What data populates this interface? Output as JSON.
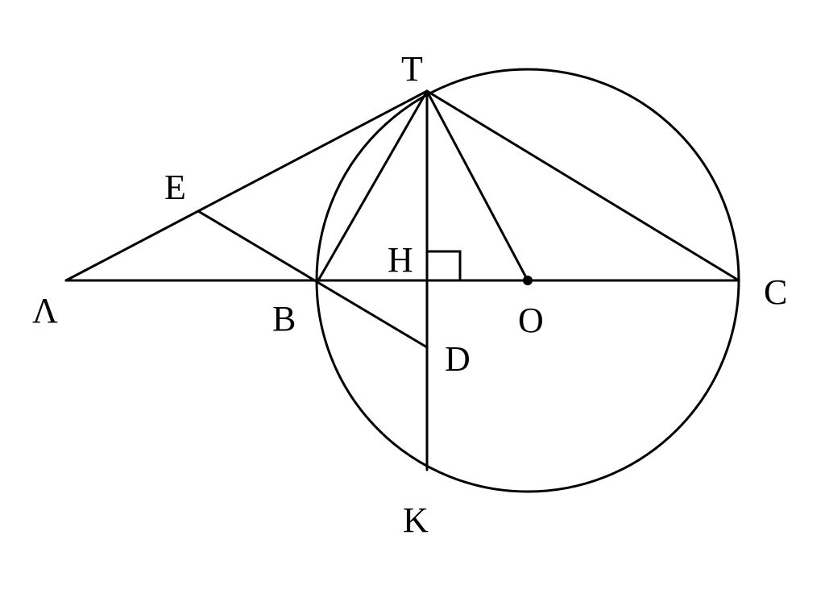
{
  "labels": {
    "A": "Λ",
    "B": "B",
    "C": "C",
    "D": "D",
    "E": "E",
    "H": "H",
    "K": "K",
    "O": "O",
    "T": "T"
  },
  "colors": {
    "stroke": "#000000",
    "background": "#ffffff"
  }
}
